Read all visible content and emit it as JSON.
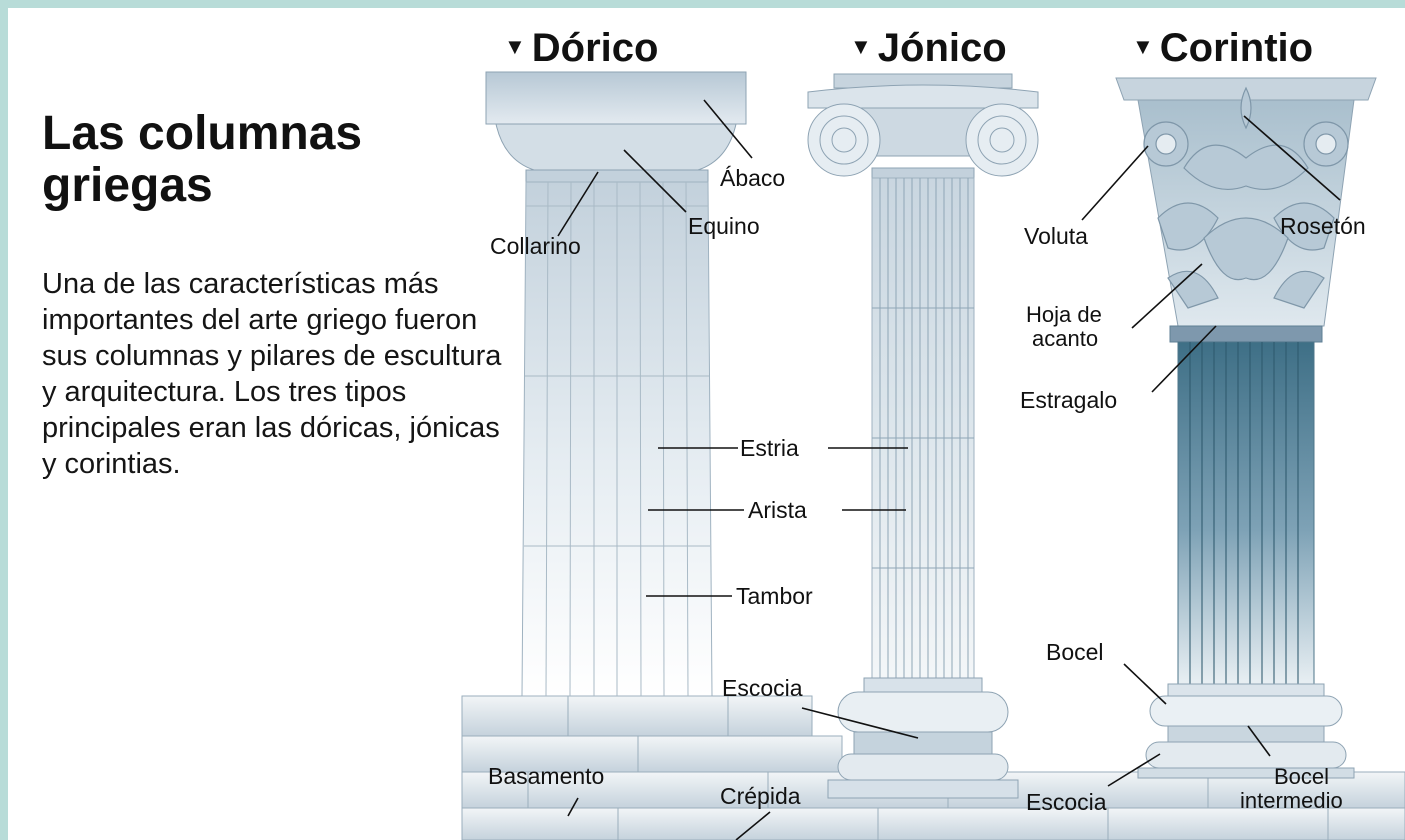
{
  "title": "Las columnas griegas",
  "intro": "Una de las características más importantes del arte griego fueron sus columnas y pilares de escultura y arquitectura. Los tres tipos principales eran las dóricas, jónicas y corintias.",
  "orders": {
    "doric": "Dórico",
    "ionic": "Jónico",
    "corinthian": "Corintio"
  },
  "labels": {
    "abaco": "Ábaco",
    "equino": "Equino",
    "collarino": "Collarino",
    "estria": "Estria",
    "arista": "Arista",
    "tambor": "Tambor",
    "escocia_ionic": "Escocia",
    "basamento": "Basamento",
    "crepida": "Crépida",
    "voluta": "Voluta",
    "roseton": "Rosetón",
    "hoja_1": "Hoja de",
    "hoja_2": "acanto",
    "estragalo": "Estragalo",
    "bocel": "Bocel",
    "escocia_corinth": "Escocia",
    "bocel_int_1": "Bocel",
    "bocel_int_2": "intermedio"
  },
  "colors": {
    "frame": "#b8dcd8",
    "stone_light": "#eef3f6",
    "stone_mid": "#c9d6e0",
    "stone_dark": "#7e98ad",
    "shaft_dark": "#3e6f86"
  },
  "icons": {
    "order_marker": "down-triangle-icon"
  }
}
